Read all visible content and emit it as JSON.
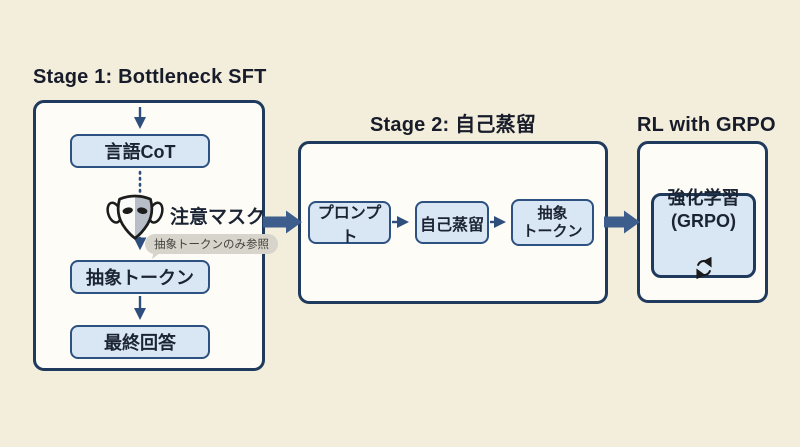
{
  "figure": {
    "stage1": {
      "title": "Stage 1: Bottleneck SFT",
      "box_language_cot": "言語CoT",
      "attention_mask_label": "注意マスク",
      "attention_mask_note": "抽象トークンのみ参照",
      "box_abstract_tokens": "抽象トークン",
      "box_final_answer": "最終回答"
    },
    "stage2": {
      "title": "Stage 2: 自己蒸留",
      "box_prompt": "プロンプト",
      "box_self_distillation": "自己蒸留",
      "box_abstract_tokens": "抽象\nトークン"
    },
    "stage3": {
      "title": "RL with GRPO",
      "box_rl": "強化学習\n(GRPO)"
    },
    "icons": {
      "attention_mask": "face-mask-icon",
      "rl_cycle": "clockwise-cycle-icon"
    },
    "colors": {
      "background": "#f2eedb",
      "panel_fill": "#fdfcf7",
      "panel_border": "#1f3a5c",
      "node_fill": "#d9e6f4",
      "node_border": "#2d5180",
      "arrow": "#2e4f7d",
      "flow_arrow": "#3d5e8c",
      "text": "#1b2433",
      "note_fill": "#d7d4cb"
    }
  }
}
